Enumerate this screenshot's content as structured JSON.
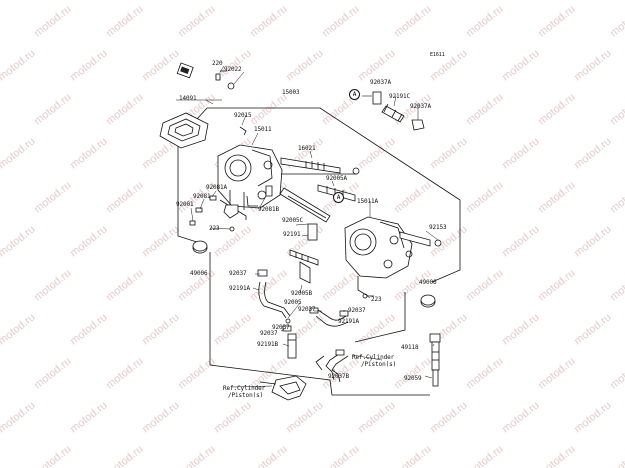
{
  "diagram_code": "E1611",
  "watermark": "motod.ru",
  "watermark_color": "#e2b9b9",
  "front_arrow_icon": "front-arrow-icon",
  "callout_letter": "A",
  "parts": {
    "p220": "220",
    "p92022": "92022",
    "p14091": "14091",
    "p15003": "15003",
    "p92015": "92015",
    "p15011": "15011",
    "p16021": "16021",
    "p92005a": "92005A",
    "p92081a": "92081A",
    "p92081": "92081",
    "p92001": "92001",
    "p92081b": "92081B",
    "p223a": "223",
    "p92005c": "92005C",
    "p15011a": "15011A",
    "p92191": "92191",
    "p92153": "92153",
    "p49006a": "49006",
    "p49006b": "49006",
    "p92037a": "92037",
    "p92191a_1": "92191A",
    "p92005b": "92005B",
    "p92005": "92005",
    "p92037b": "92037",
    "p92037c": "92037",
    "p223b": "223",
    "p92037d": "92037",
    "p92191a_2": "92191A",
    "p92037e": "92037",
    "p92191b": "92191B",
    "p92037b2": "92037B",
    "p92037A": "92037A",
    "p92191c": "92191C",
    "p92037A2": "92037A",
    "p49118": "49118",
    "p92059": "92059"
  },
  "refs": {
    "ref_left_1": "Ref.Cylinder",
    "ref_left_2": "/Piston(s)",
    "ref_right_1": "Ref.Cylinder",
    "ref_right_2": "/Piston(s)"
  }
}
